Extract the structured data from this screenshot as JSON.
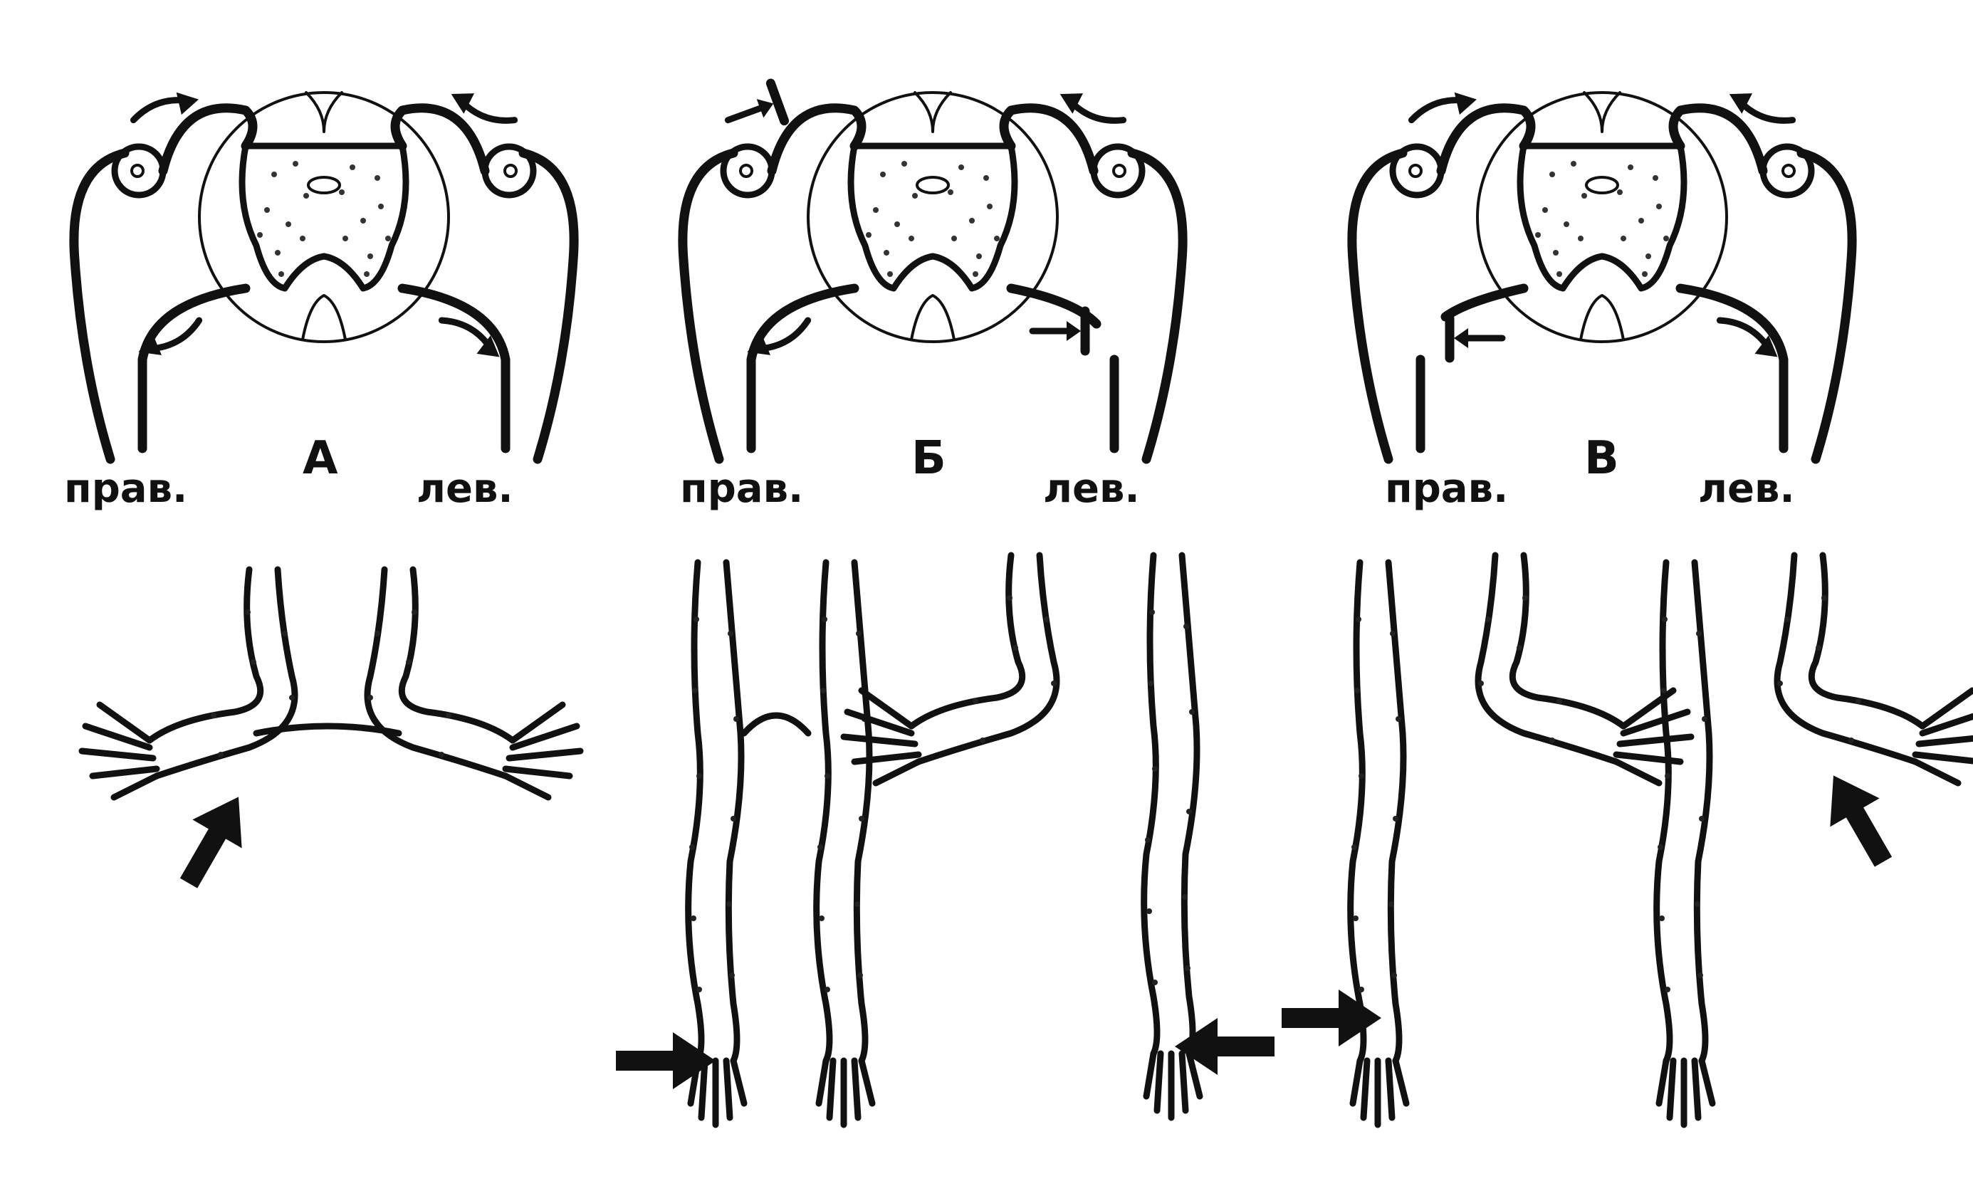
{
  "figure": {
    "panels": [
      {
        "id": "A",
        "letter": "А",
        "right_label": "прав.",
        "left_label": "лев.",
        "sensory_right": "excited",
        "sensory_left": "excited",
        "motor_right": "excited",
        "motor_left": "excited"
      },
      {
        "id": "B",
        "letter": "Б",
        "right_label": "прав.",
        "left_label": "лев.",
        "sensory_right": "blocked",
        "sensory_left": "excited",
        "motor_right": "excited",
        "motor_left": "blocked"
      },
      {
        "id": "V",
        "letter": "В",
        "right_label": "прав.",
        "left_label": "лев.",
        "sensory_right": "excited",
        "sensory_left": "excited",
        "motor_right": "blocked",
        "motor_left": "excited"
      }
    ],
    "colors": {
      "ink": "#111111",
      "background": "#ffffff"
    },
    "icons": [
      "stimulus-arrow-icon",
      "inhibition-bar-icon",
      "signal-arrow-icon"
    ]
  }
}
